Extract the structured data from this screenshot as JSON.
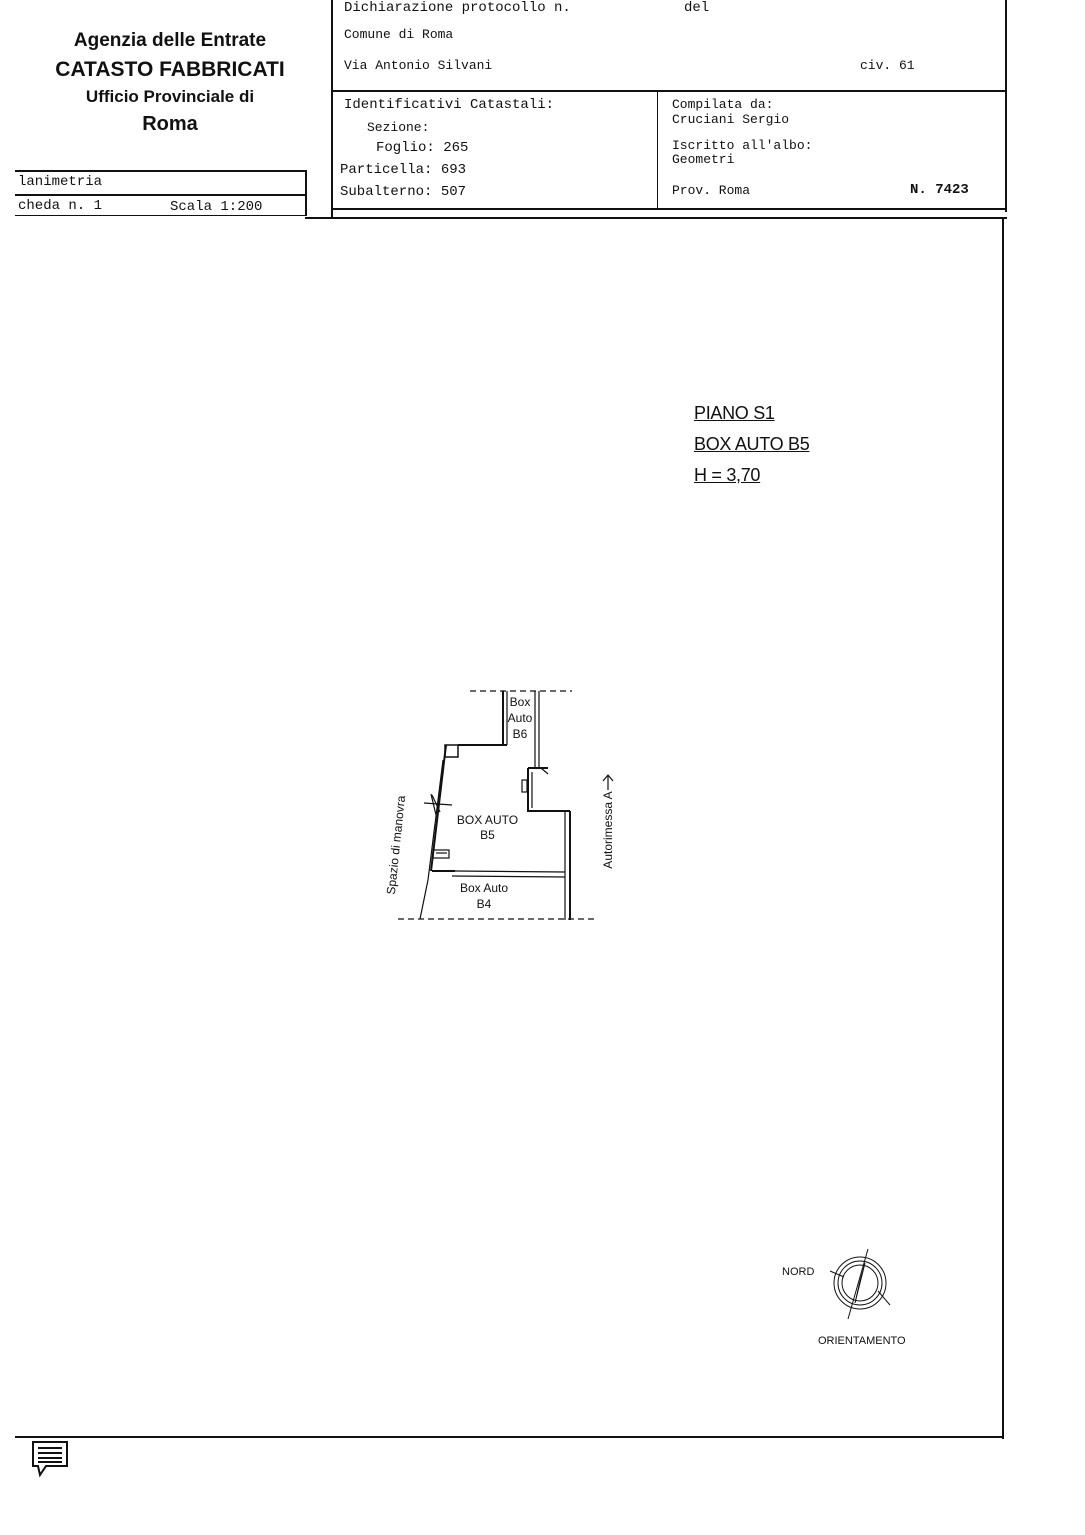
{
  "header_left": {
    "agency": "Agenzia delle Entrate",
    "catasto": "CATASTO FABBRICATI",
    "ufficio": "Ufficio Provinciale di",
    "city": "Roma",
    "planimetria": "lanimetria",
    "scheda": "cheda n. 1",
    "scala": "Scala 1:200"
  },
  "header_top": {
    "dichiarazione": "Dichiarazione protocollo n.",
    "del": "del",
    "comune": "Comune di Roma",
    "via": "Via Antonio Silvani",
    "civ": "civ. 61"
  },
  "identificativi": {
    "title": "Identificativi Catastali:",
    "sezione": "Sezione:",
    "foglio": "Foglio: 265",
    "particella": "Particella: 693",
    "subalterno": "Subalterno: 507"
  },
  "compilata": {
    "label": "Compilata da:",
    "name": "Cruciani Sergio",
    "iscritto": "Iscritto all'albo:",
    "albo": "Geometri",
    "prov": "Prov. Roma",
    "numero": "N. 7423"
  },
  "plan_info": {
    "piano": "PIANO S1",
    "box": "BOX AUTO B5",
    "height": "H = 3,70"
  },
  "drawing": {
    "box6_l1": "Box",
    "box6_l2": "Auto",
    "box6_l3": "B6",
    "box5_l1": "BOX AUTO",
    "box5_l2": "B5",
    "box4_l1": "Box Auto",
    "box4_l2": "B4",
    "spazio": "Spazio di manovra",
    "autorimessa": "Autorimessa A"
  },
  "compass": {
    "nord": "NORD",
    "orientamento": "ORIENTAMENTO"
  },
  "icons": {
    "footer": "document-note-icon"
  }
}
